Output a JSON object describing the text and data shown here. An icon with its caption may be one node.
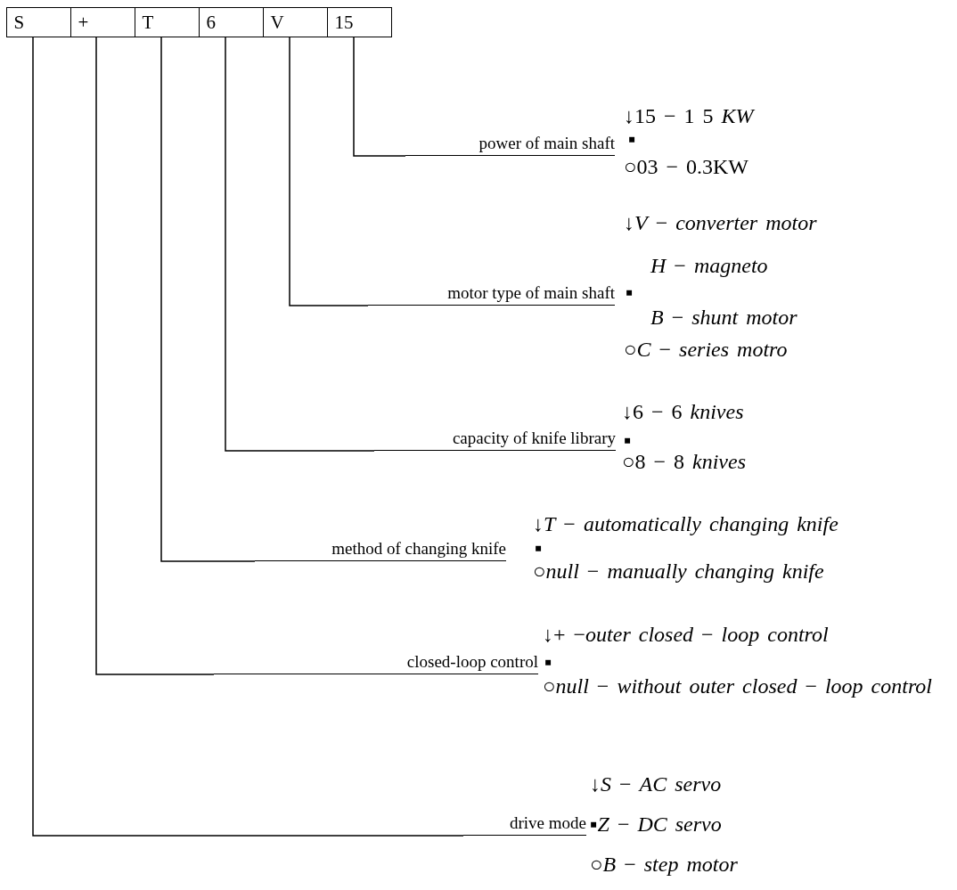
{
  "diagram": {
    "nodes": [
      {
        "text": [
          "S"
        ]
      },
      {
        "text": [
          "+"
        ]
      },
      {
        "text": [
          "T"
        ]
      },
      {
        "text": [
          "6"
        ]
      },
      {
        "text": [
          "V"
        ]
      },
      {
        "text": [
          "15"
        ]
      },
      {
        "text": [
          "power of main shaft"
        ],
        "beside": [
          "↓15 − 1 5 *KW*",
          "▪",
          "○03 − 0.3KW"
        ]
      },
      {
        "text": [
          "motor type of main shaft"
        ],
        "beside": [
          "↓*V* − *converter motor*",
          "*H* − *magneto*",
          "▪",
          "*B* − *shunt motor*",
          "○*C* − *series motro*"
        ]
      },
      {
        "text": [
          "capacity of knife library"
        ],
        "beside": [
          "↓6 − 6 *knives*",
          "▪",
          "○8 − 8 *knives*"
        ]
      },
      {
        "text": [
          "method of changing knife"
        ],
        "beside": [
          "↓*T* − *automatically changing knife*",
          "▪",
          "○*null* − *manually changing knife*"
        ]
      },
      {
        "text": [
          "closed-loop control"
        ],
        "beside": [
          "↓+ −*outer closed* − *loop control*",
          "▪",
          "○*null* − *without outer closed* − *loop control*"
        ]
      },
      {
        "text": [
          "drive mode"
        ],
        "beside": [
          "↓*S* − *AC servo*",
          "▪*Z* − *DC servo*",
          "○*B* − *step motor*"
        ]
      }
    ],
    "edges": [
      {
        "from": 5,
        "to": 6,
        "arrow": "none"
      },
      {
        "from": 4,
        "to": 7,
        "arrow": "none"
      },
      {
        "from": 3,
        "to": 8,
        "arrow": "none"
      },
      {
        "from": 2,
        "to": 9,
        "arrow": "none"
      },
      {
        "from": 1,
        "to": 10,
        "arrow": "none"
      },
      {
        "from": 0,
        "to": 11,
        "arrow": "none"
      }
    ]
  }
}
